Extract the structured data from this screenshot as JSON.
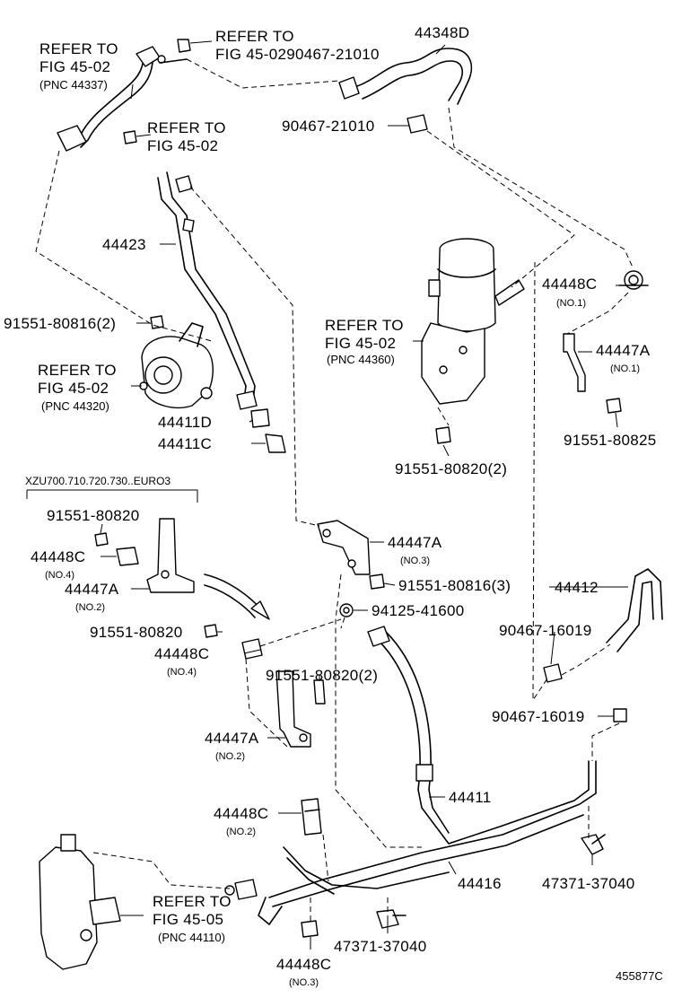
{
  "diagram": {
    "labels": {
      "refer_4502_pnc44337_a": "REFER TO",
      "refer_4502_pnc44337_b": "FIG 45-02",
      "refer_4502_pnc44337_c": "(PNC 44337)",
      "refer_4502_top_a": "REFER TO",
      "refer_4502_top_b": "FIG 45-0290467-21010",
      "p44348d": "44348D",
      "p90467_21010": "90467-21010",
      "refer_4502_mid_a": "REFER TO",
      "refer_4502_mid_b": "FIG 45-02",
      "p44423": "44423",
      "p91551_80816_2": "91551-80816(2)",
      "refer_4502_pump_a": "REFER TO",
      "refer_4502_pump_b": "FIG 45-02",
      "refer_4502_pump_c": "(PNC 44320)",
      "p44411d": "44411D",
      "p44411c": "44411C",
      "refer_4502_res_a": "REFER TO",
      "refer_4502_res_b": "FIG 45-02",
      "refer_4502_res_c": "(PNC 44360)",
      "p44448c_no1": "44448C",
      "no1_a": "(NO.1)",
      "p44447a_no1": "44447A",
      "no1_b": "(NO.1)",
      "p91551_80825": "91551-80825",
      "p91551_80820_2_top": "91551-80820(2)",
      "variant_header": "XZU700.710.720.730..EURO3",
      "p91551_80820_left": "91551-80820",
      "p44448c_no4_left": "44448C",
      "no4_left": "(NO.4)",
      "p44447a_no2_left": "44447A",
      "no2_left": "(NO.2)",
      "p44447a_no3": "44447A",
      "no3_a": "(NO.3)",
      "p91551_80816_3": "91551-80816(3)",
      "p94125_41600": "94125-41600",
      "p44412": "44412",
      "p90467_16019_a": "90467-16019",
      "p91551_80820_mid": "91551-80820",
      "p44448c_no4_mid": "44448C",
      "no4_mid": "(NO.4)",
      "p91551_80820_2_mid": "91551-80820(2)",
      "p90467_16019_b": "90467-16019",
      "p44447a_no2_mid": "44447A",
      "no2_mid": "(NO.2)",
      "p44411": "44411",
      "p44448c_no2": "44448C",
      "no2_b": "(NO.2)",
      "p44416": "44416",
      "p47371_37040_right": "47371-37040",
      "refer_4505_a": "REFER TO",
      "refer_4505_b": "FIG 45-05",
      "refer_4505_c": "(PNC 44110)",
      "p47371_37040_bottom": "47371-37040",
      "p44448c_no3": "44448C",
      "no3_b": "(NO.3)",
      "catalog_id": "455877C"
    }
  }
}
